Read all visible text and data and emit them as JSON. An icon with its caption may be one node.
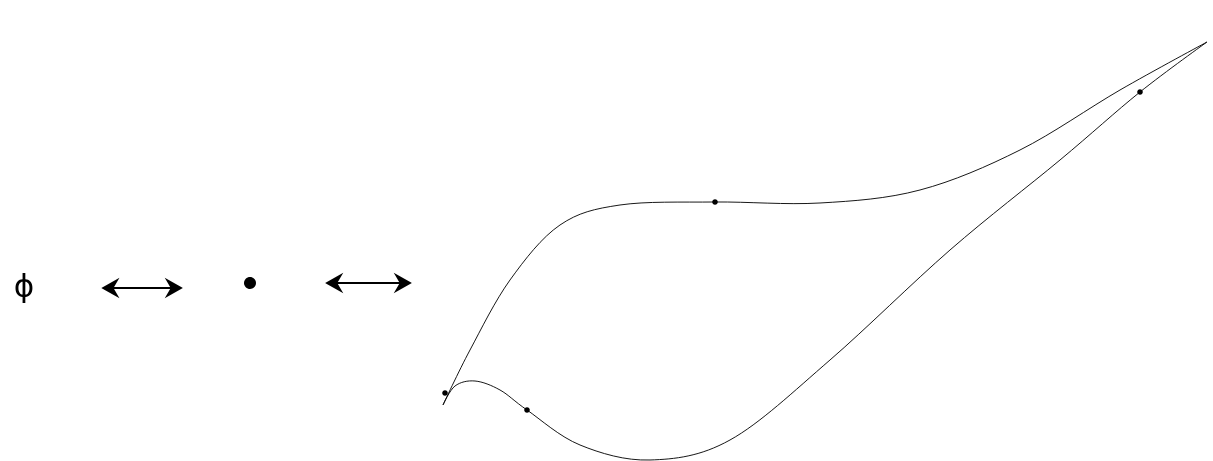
{
  "diagram": {
    "nodes": [
      {
        "text": [
          "ϕ"
        ]
      },
      {
        "text": [],
        "shape": "circle"
      },
      {
        "text": [],
        "shape": "picture"
      }
    ],
    "edges": [
      {
        "from": 0,
        "to": 1,
        "arrow": "both"
      },
      {
        "from": 1,
        "to": 2,
        "arrow": "both"
      }
    ]
  }
}
